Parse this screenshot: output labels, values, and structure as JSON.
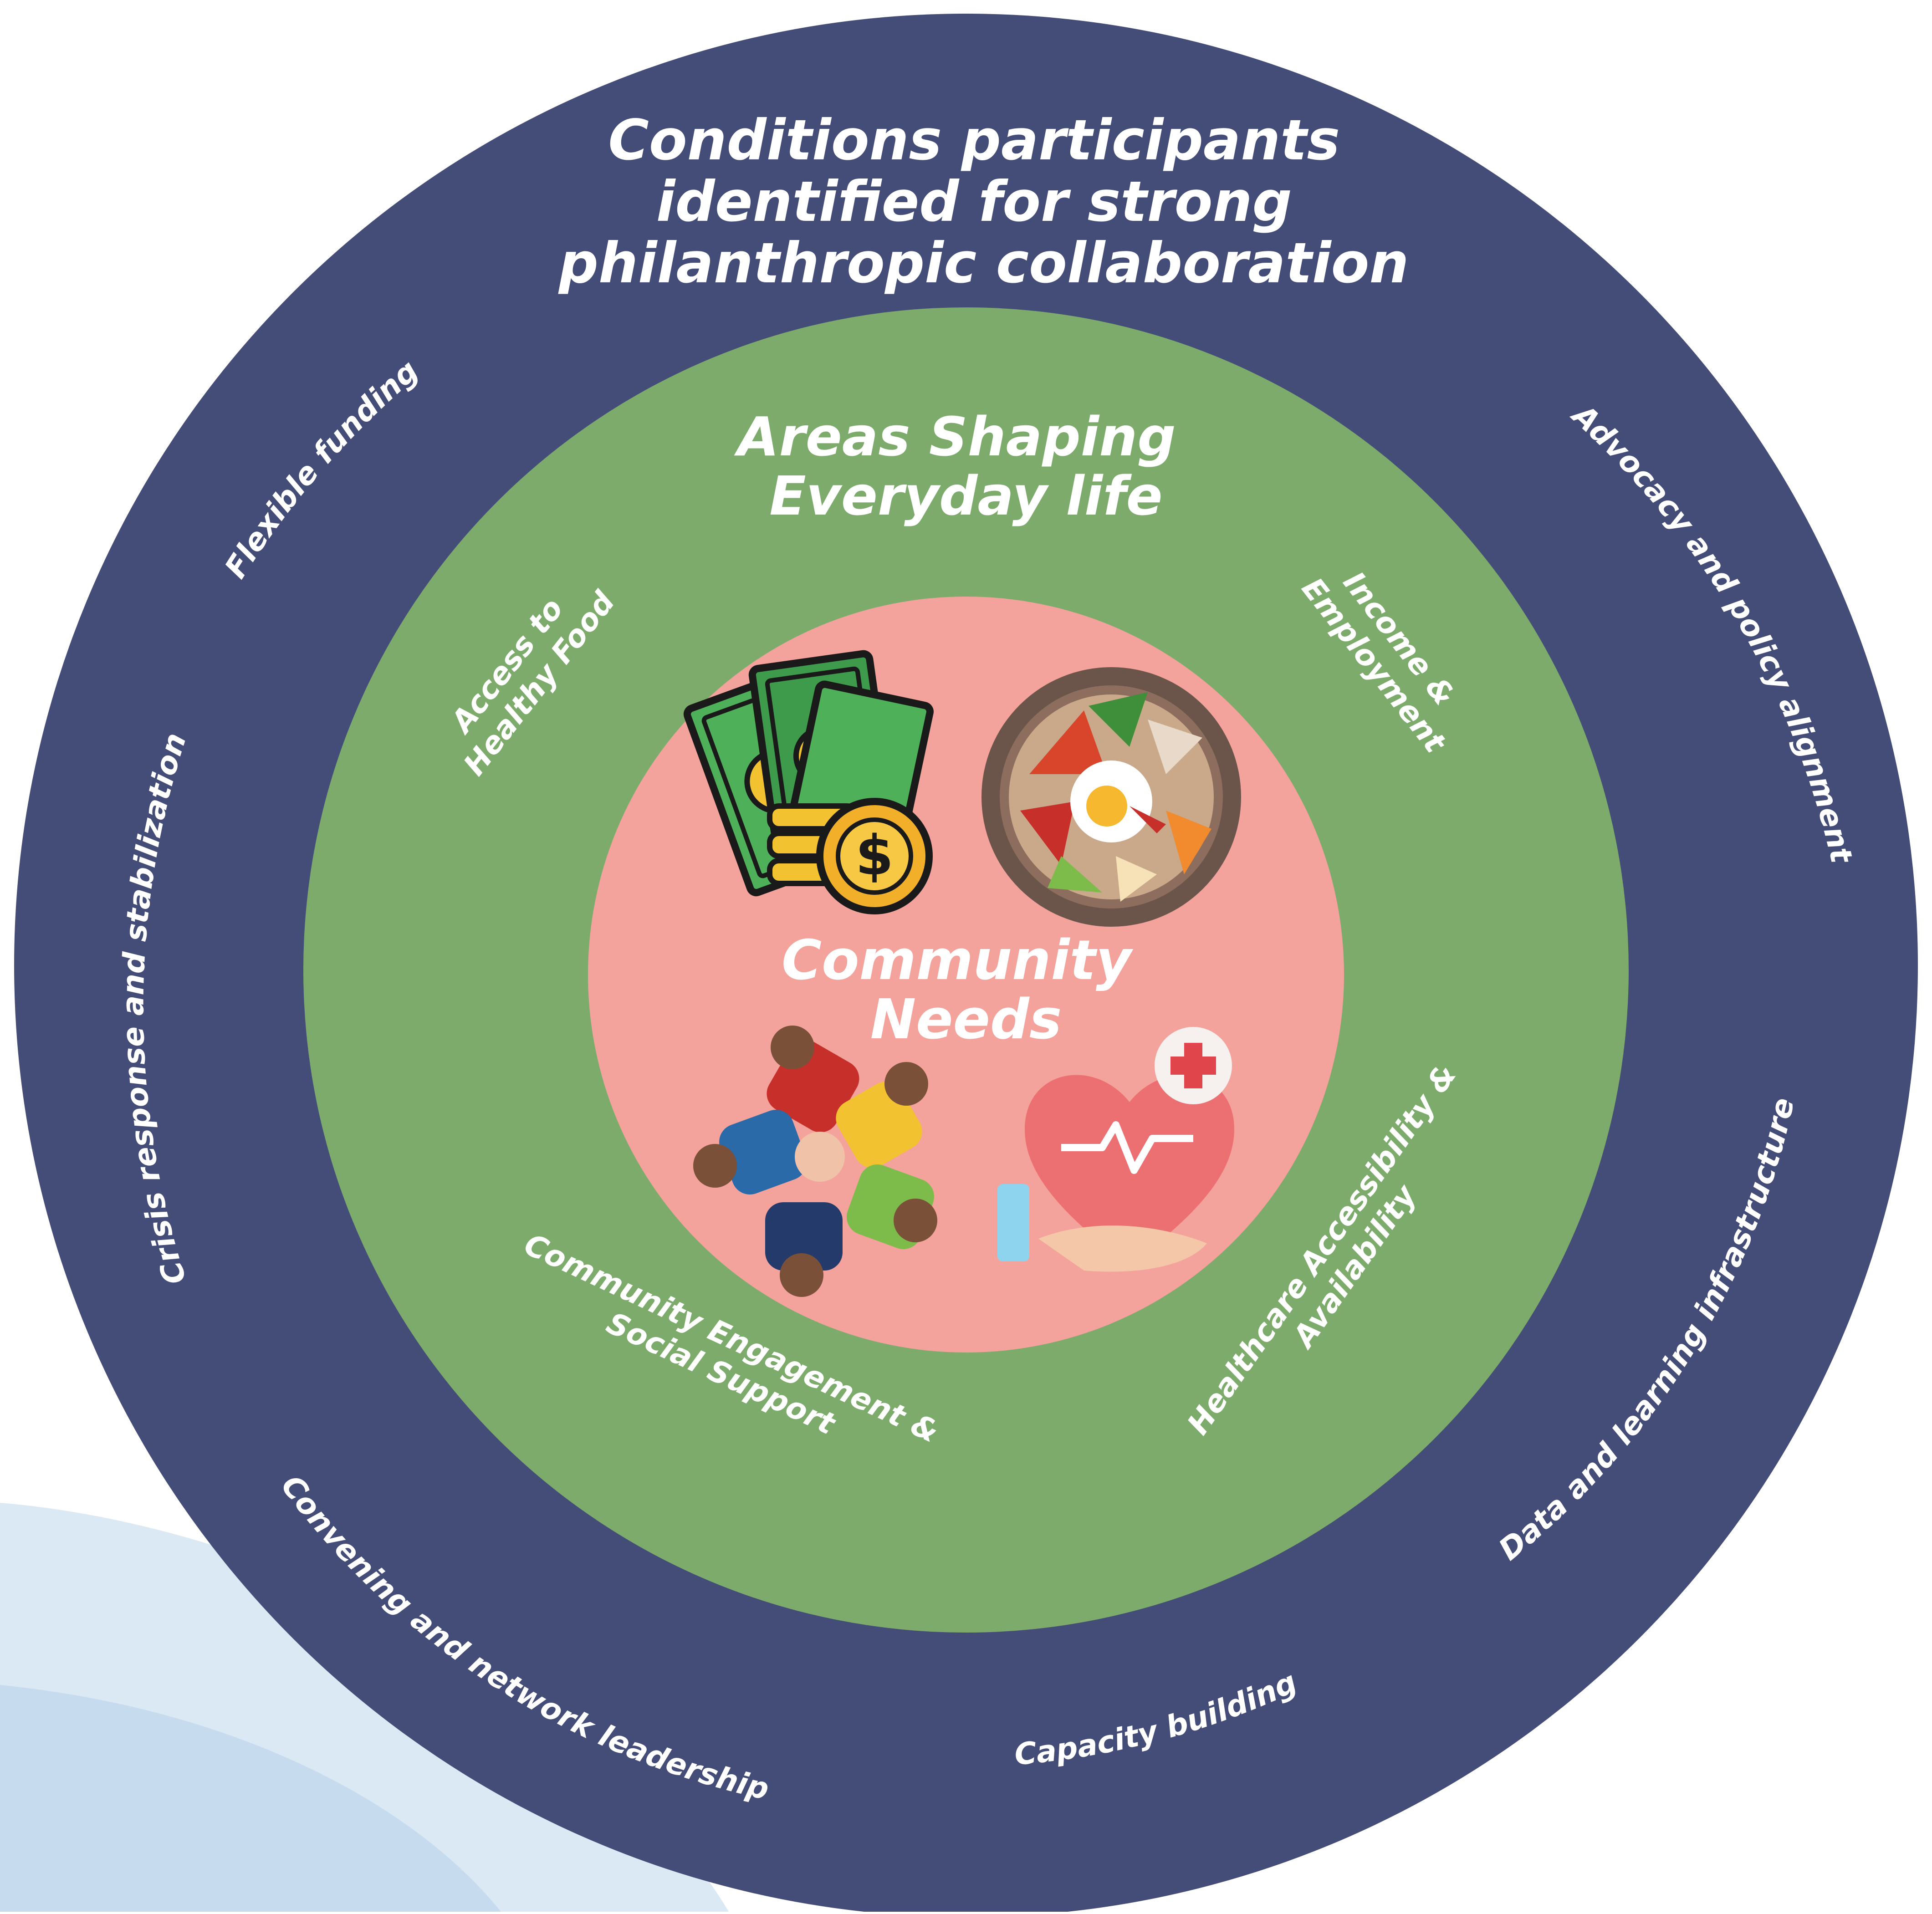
{
  "colors": {
    "outer_ring": "#444c78",
    "middle_ring": "#7dab6b",
    "inner_circle": "#f3a39b",
    "text": "#ffffff",
    "background_swoosh": "#dbe9f4"
  },
  "outer": {
    "title_lines": [
      "Conditions participants",
      "identified for strong",
      "philanthropic collaboration"
    ],
    "conditions": [
      "Flexible funding",
      "Crisis response and stabilization",
      "Convening and network leadership",
      "Capacity building",
      "Data and learning infrastructure",
      "Advocacy and policy alignment"
    ]
  },
  "middle": {
    "title_lines": [
      "Areas Shaping",
      "Everyday life"
    ],
    "areas": [
      {
        "lines": [
          "Access to",
          "Healthy Food"
        ]
      },
      {
        "lines": [
          "Income &",
          "Employment"
        ]
      },
      {
        "lines": [
          "Healthcare Accessibility &",
          "Availability"
        ]
      },
      {
        "lines": [
          "Community Engagement &",
          "Social Support"
        ]
      }
    ]
  },
  "inner": {
    "title_lines": [
      "Community",
      "Needs"
    ],
    "icons": [
      "money-icon",
      "food-bowl-icon",
      "community-circle-icon",
      "health-heart-icon"
    ]
  }
}
